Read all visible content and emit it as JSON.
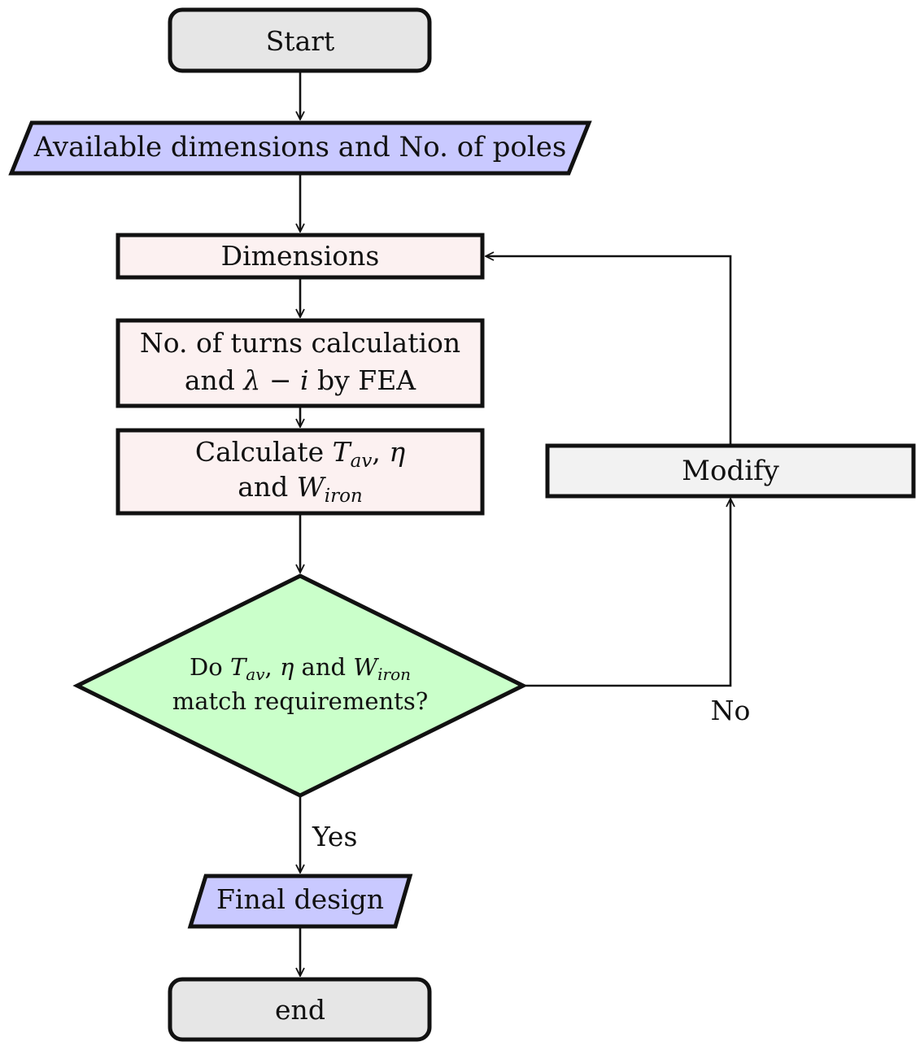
{
  "colors": {
    "terminal": "#e6e6e6",
    "io": "#c9c9ff",
    "process": "#fcf1f1",
    "decision": "#caffca",
    "modify": "#f2f2f2",
    "stroke": "#111111"
  },
  "nodes": {
    "start": {
      "label": "Start"
    },
    "input": {
      "label": "Available dimensions and No. of poles"
    },
    "dimensions": {
      "label": "Dimensions"
    },
    "turns": {
      "line1": "No. of turns calculation",
      "line2_prefix": "and ",
      "lambda": "λ",
      "minus": " − ",
      "i": "i",
      "line2_suffix": " by FEA"
    },
    "calculate": {
      "line1_prefix": "Calculate ",
      "t": "T",
      "t_sub": "av",
      "comma": ", ",
      "eta": "η",
      "line2_prefix": "and ",
      "w": "W",
      "w_sub": "iron"
    },
    "decision": {
      "line1_prefix": "Do ",
      "t": "T",
      "t_sub": "av",
      "comma": ", ",
      "eta": "η",
      "and": " and ",
      "w": "W",
      "w_sub": "iron",
      "line2": "match requirements?"
    },
    "modify": {
      "label": "Modify"
    },
    "final": {
      "label": "Final design"
    },
    "end": {
      "label": "end"
    }
  },
  "edge_labels": {
    "no": "No",
    "yes": "Yes"
  }
}
